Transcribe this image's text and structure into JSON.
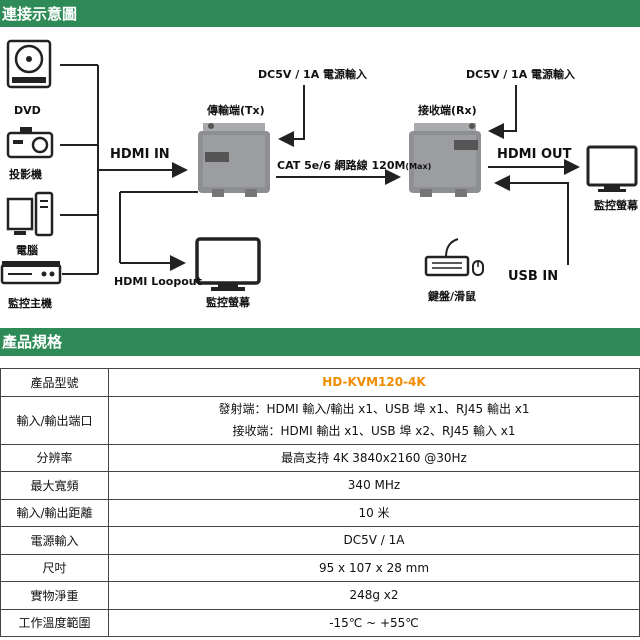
{
  "sections": {
    "diagram_title": "連接示意圖",
    "spec_title": "產品規格"
  },
  "diagram": {
    "sources": [
      "DVD",
      "投影機",
      "電腦",
      "監控主機"
    ],
    "hdmi_in": "HDMI IN",
    "hdmi_out": "HDMI OUT",
    "hdmi_loopout": "HDMI Loopout",
    "usb_in": "USB IN",
    "tx_label": "傳輸端(Tx)",
    "rx_label": "接收端(Rx)",
    "power_tx": "DC5V / 1A 電源輸入",
    "power_rx": "DC5V / 1A 電源輸入",
    "cable": "CAT 5e/6 網路線 120M",
    "cable_suffix": "(Max)",
    "monitor_loop": "監控螢幕",
    "monitor_out": "監控螢幕",
    "keyboard_mouse": "鍵盤/滑鼠"
  },
  "specs": [
    {
      "key": "產品型號",
      "value": "HD-KVM120-4K"
    },
    {
      "key": "輸入/輸出端口",
      "lines": [
        "發射端：HDMI  輸入/輸出  x1、USB 埠  x1、RJ45  輸出  x1",
        "接收端：HDMI  輸出  x1、USB 埠  x2、RJ45  輸入  x1"
      ]
    },
    {
      "key": "分辨率",
      "value": "最高支持 4K 3840x2160 @30Hz"
    },
    {
      "key": "最大寬頻",
      "value": "340 MHz"
    },
    {
      "key": "輸入/輸出距離",
      "value": "10 米"
    },
    {
      "key": "電源輸入",
      "value": "DC5V / 1A"
    },
    {
      "key": "尺吋",
      "value": "95 x 107 x 28 mm"
    },
    {
      "key": "實物淨重",
      "value": "248g x2"
    },
    {
      "key": "工作溫度範圍",
      "value": "-15℃ ~ +55℃"
    }
  ],
  "colors": {
    "header_bar": "#2e8b57",
    "model_text": "#f08c00",
    "device_body": "#8d8f93"
  }
}
